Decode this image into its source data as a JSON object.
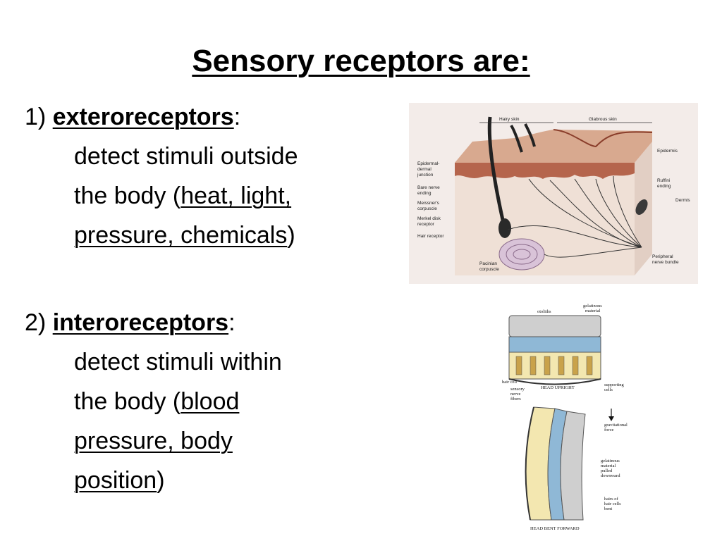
{
  "slide": {
    "title": "Sensory receptors are:"
  },
  "items": [
    {
      "number": "1)",
      "term": "exteroreceptors",
      "colon": ":",
      "desc_line1": "detect stimuli outside",
      "desc_line2_prefix": "the body (",
      "examples_part1": "heat, light,",
      "examples_part2": "pressure, chemicals",
      "close": ")"
    },
    {
      "number": "2)",
      "term": "interoreceptors",
      "colon": ":",
      "desc_line1": "detect stimuli within",
      "desc_line2_prefix": "the body (",
      "examples_part1": "blood",
      "examples_part2": "pressure, body",
      "examples_part3": "position",
      "close": ")"
    }
  ],
  "skin_figure": {
    "labels": {
      "hairy_skin": "Hairy skin",
      "glabrous_skin": "Glabrous skin",
      "epidermal_1": "Epidermal-",
      "epidermal_2": "dermal",
      "epidermal_3": "junction",
      "bare_1": "Bare nerve",
      "bare_2": "ending",
      "meissner_1": "Meissner's",
      "meissner_2": "corpuscle",
      "merkel_1": "Merkel disk",
      "merkel_2": "receptor",
      "hair_receptor": "Hair receptor",
      "pacinian_1": "Pacinian",
      "pacinian_2": "corpuscle",
      "epidermis": "Epidermis",
      "ruffini_1": "Ruffini",
      "ruffini_2": "ending",
      "dermis": "Dermis",
      "peripheral_1": "Peripheral",
      "peripheral_2": "nerve bundle"
    }
  },
  "ear_figure": {
    "labels": {
      "gelatinous_1": "gelatinous",
      "gelatinous_2": "material",
      "otoliths": "otoliths",
      "hair_cell": "hair cell",
      "sensory_1": "sensory",
      "sensory_2": "nerve",
      "sensory_3": "fibers",
      "head_upright": "HEAD UPRIGHT",
      "supporting_1": "supporting",
      "supporting_2": "cells",
      "grav_1": "gravitational",
      "grav_2": "force",
      "pulled_1": "gelatinous",
      "pulled_2": "material",
      "pulled_3": "pulled",
      "pulled_4": "downward",
      "hairs_1": "hairs of",
      "hairs_2": "hair cells",
      "hairs_3": "bent",
      "head_bent": "HEAD BENT FORWARD"
    }
  }
}
